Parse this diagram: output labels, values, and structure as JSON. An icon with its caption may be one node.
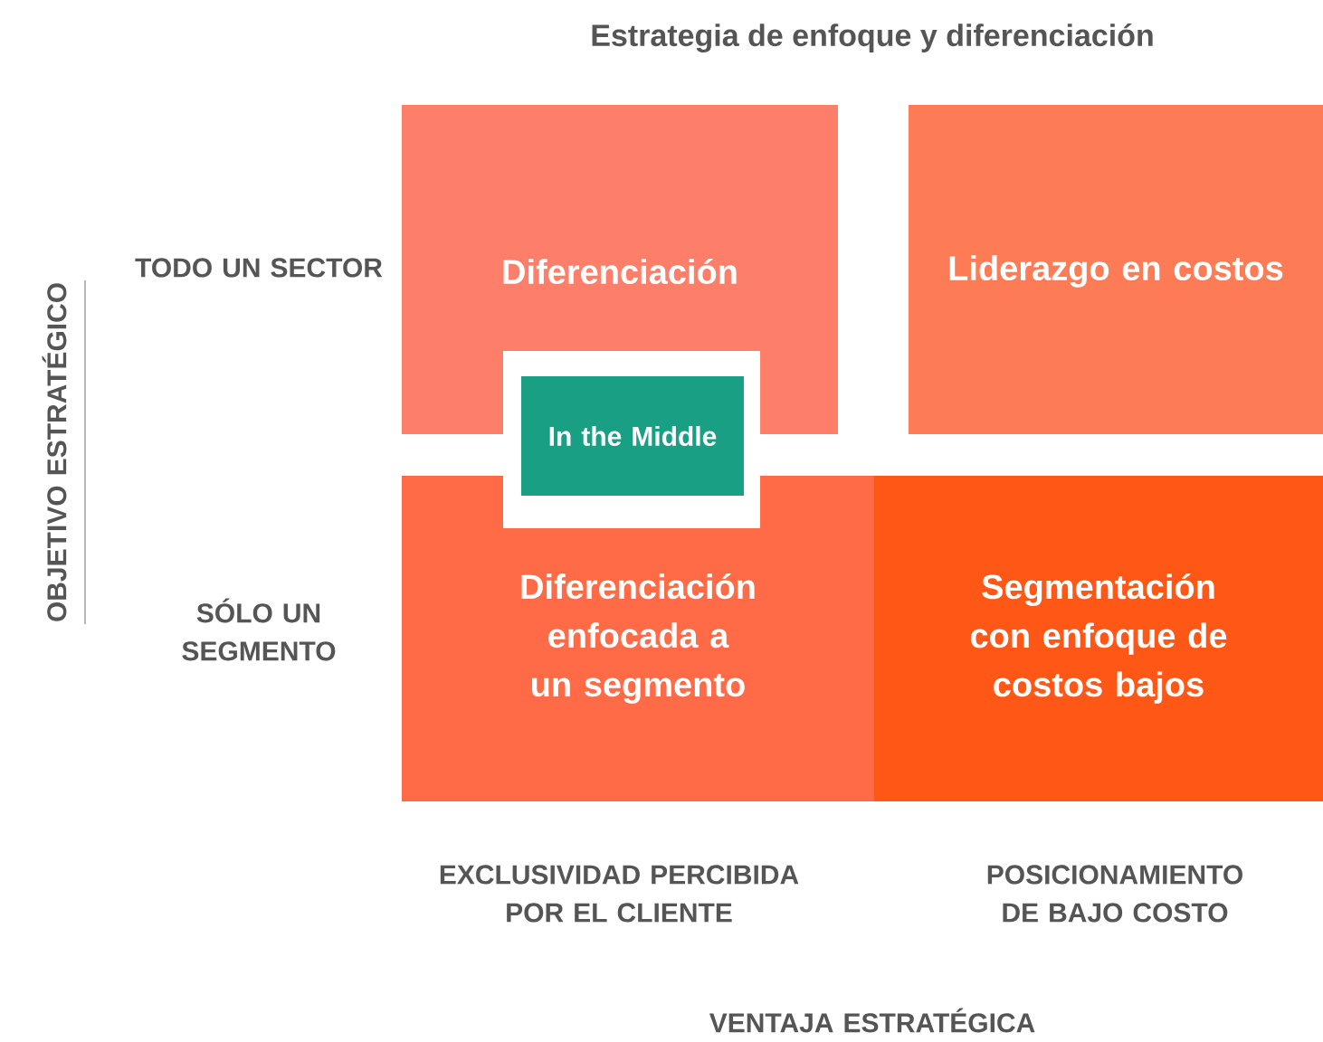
{
  "diagram": {
    "title": "Estrategia de enfoque y diferenciación",
    "nodes": [
      {
        "text": [
          "Diferenciación"
        ]
      },
      {
        "text": [
          "Liderazgo en costos"
        ]
      },
      {
        "text": [
          "Diferenciación enfocada a un segmento"
        ]
      },
      {
        "text": [
          "Segmentación con enfoque de costos bajos"
        ]
      },
      {
        "text": [
          "In the Middle"
        ]
      }
    ],
    "labels": [
      "OBJETIVO ESTRATÉGICO",
      "TODO UN SECTOR",
      "SÓLO UN SEGMENTO",
      "EXCLUSIVIDAD PERCIBIDA POR EL CLIENTE",
      "POSICIONAMIENTO DE BAJO COSTO",
      "VENTAJA ESTRATÉGICA"
    ]
  }
}
